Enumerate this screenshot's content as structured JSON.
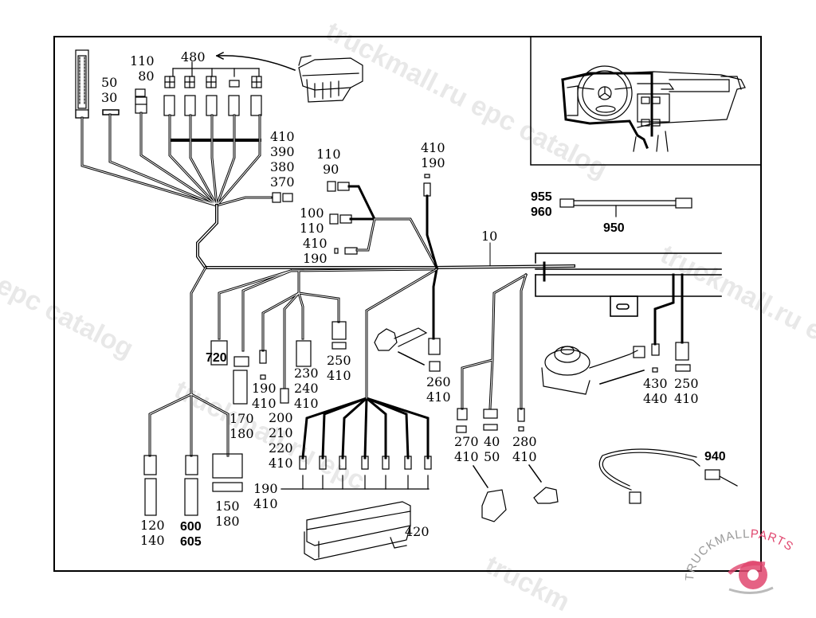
{
  "diagram": {
    "title": "Wiring harness, dashboard",
    "main_harness_label": "10",
    "inset": {
      "description": "dashboard-location-view"
    },
    "callouts": [
      {
        "id": "c-480",
        "lines": [
          "480"
        ]
      },
      {
        "id": "c-110-80",
        "lines": [
          "110",
          "80"
        ]
      },
      {
        "id": "c-50-30",
        "lines": [
          "50",
          "30"
        ]
      },
      {
        "id": "c-410-390-380-370",
        "lines": [
          "410",
          "390",
          "380",
          "370"
        ]
      },
      {
        "id": "c-110-90",
        "lines": [
          "110",
          "90"
        ]
      },
      {
        "id": "c-100-110-410-190",
        "lines": [
          "100",
          "110",
          "410",
          "190"
        ]
      },
      {
        "id": "c-410-190-top",
        "lines": [
          "410",
          "190"
        ]
      },
      {
        "id": "c-10",
        "lines": [
          "10"
        ]
      },
      {
        "id": "c-955-960",
        "lines": [
          "955",
          "960"
        ]
      },
      {
        "id": "c-950",
        "lines": [
          "950"
        ]
      },
      {
        "id": "c-720",
        "lines": [
          "720"
        ]
      },
      {
        "id": "c-170-180",
        "lines": [
          "170",
          "180"
        ]
      },
      {
        "id": "c-190-410",
        "lines": [
          "190",
          "410"
        ]
      },
      {
        "id": "c-200-210-220-410",
        "lines": [
          "200",
          "210",
          "220",
          "410"
        ]
      },
      {
        "id": "c-230-240-410",
        "lines": [
          "230",
          "240",
          "410"
        ]
      },
      {
        "id": "c-250-410-mid",
        "lines": [
          "250",
          "410"
        ]
      },
      {
        "id": "c-260-410",
        "lines": [
          "260",
          "410"
        ]
      },
      {
        "id": "c-270-410",
        "lines": [
          "270",
          "410"
        ]
      },
      {
        "id": "c-40-50",
        "lines": [
          "40",
          "50"
        ]
      },
      {
        "id": "c-280-410",
        "lines": [
          "280",
          "410"
        ]
      },
      {
        "id": "c-430-440",
        "lines": [
          "430",
          "440"
        ]
      },
      {
        "id": "c-250-410-right",
        "lines": [
          "250",
          "410"
        ]
      },
      {
        "id": "c-940",
        "lines": [
          "940"
        ]
      },
      {
        "id": "c-120-140",
        "lines": [
          "120",
          "140"
        ]
      },
      {
        "id": "c-600-605",
        "lines": [
          "600",
          "605"
        ]
      },
      {
        "id": "c-150-180",
        "lines": [
          "150",
          "180"
        ]
      },
      {
        "id": "c-190-410-bottom",
        "lines": [
          "190",
          "410"
        ]
      },
      {
        "id": "c-420",
        "lines": [
          "420"
        ]
      }
    ]
  },
  "watermarks": {
    "text_1": "truckmall.ru epc catalog",
    "text_2": "l epc catalog",
    "text_3": "truckmall.ru epc",
    "text_4": "truckmall.ru e",
    "text_5": "truckm"
  },
  "logo": {
    "text_dark": "TRUCKMALL",
    "text_accent": "PARTS",
    "accent_color": "#e0466e"
  }
}
